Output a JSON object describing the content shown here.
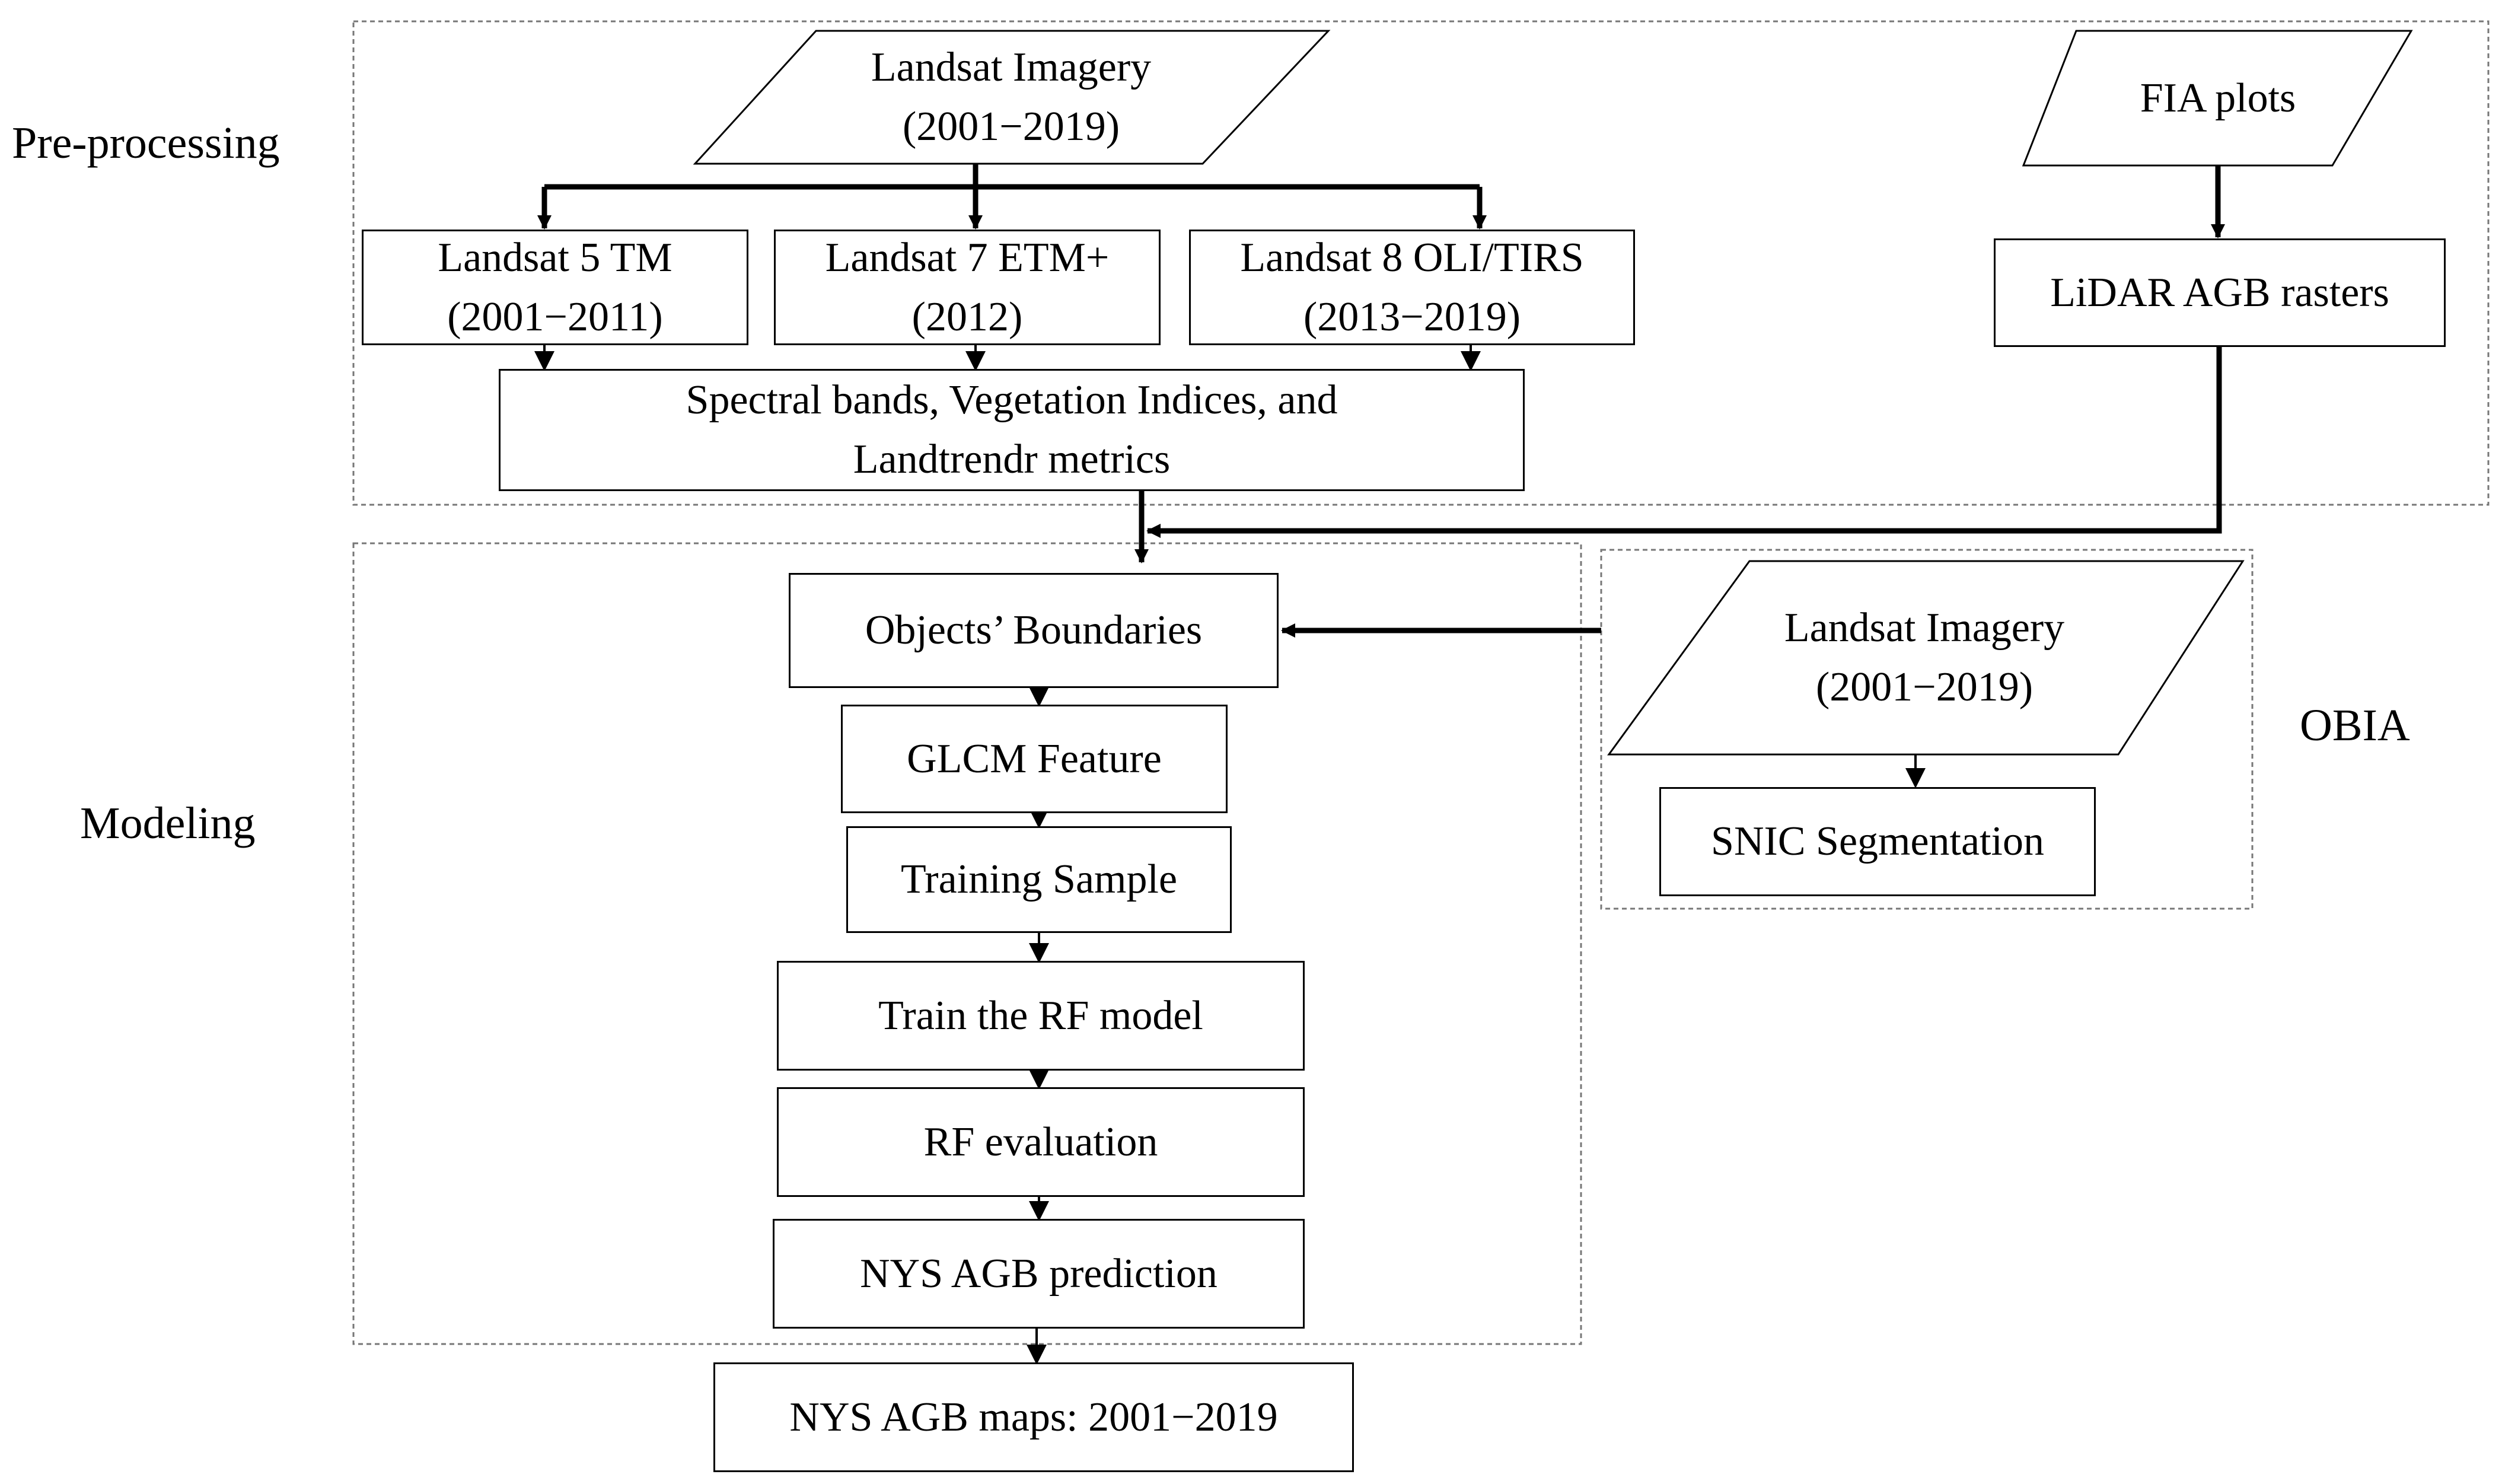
{
  "sections": {
    "preprocessing": "Pre-processing",
    "modeling": "Modeling",
    "obia": "OBIA"
  },
  "nodes": {
    "landsat_imagery_top": "Landsat Imagery\n(2001−2019)",
    "landsat5": "Landsat 5 TM\n(2001−2011)",
    "landsat7": "Landsat 7 ETM+\n(2012)",
    "landsat8": "Landsat 8 OLI/TIRS\n(2013−2019)",
    "spectral": "Spectral bands, Vegetation Indices, and\nLandtrendr metrics",
    "fia_plots": "FIA plots",
    "lidar": "LiDAR AGB rasters",
    "objects_boundaries": "Objects’ Boundaries",
    "glcm": "GLCM Feature",
    "training_sample": "Training  Sample",
    "train_rf": "Train the RF model",
    "rf_eval": "RF evaluation",
    "nys_pred": "NYS AGB prediction",
    "nys_maps": "NYS AGB maps: 2001−2019",
    "landsat_imagery_obia": "Landsat Imagery\n(2001−2019)",
    "snic": "SNIC  Segmentation"
  }
}
